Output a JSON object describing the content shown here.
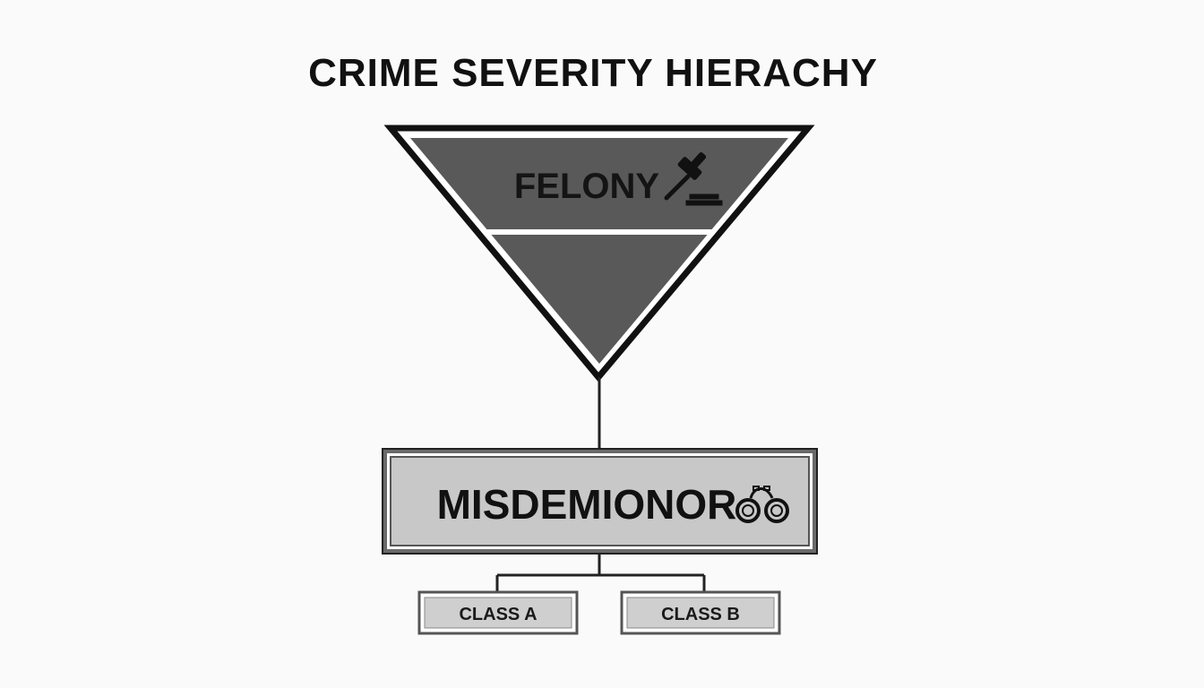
{
  "title": "CRIME SEVERITY HIERACHY",
  "top_tier": {
    "label": "FELONY",
    "icon": "gavel-icon"
  },
  "middle_tier": {
    "label": "MISDEMIONOR",
    "icon": "handcuffs-icon"
  },
  "sub_classes": [
    {
      "label": "CLASS A"
    },
    {
      "label": "CLASS B"
    }
  ],
  "colors": {
    "background": "#fafafa",
    "triangle_fill": "#595959",
    "outline": "#111111",
    "box_outer_fill": "#6a6a6a",
    "box_inner_fill": "#c8c8c8",
    "connector": "#222222"
  }
}
